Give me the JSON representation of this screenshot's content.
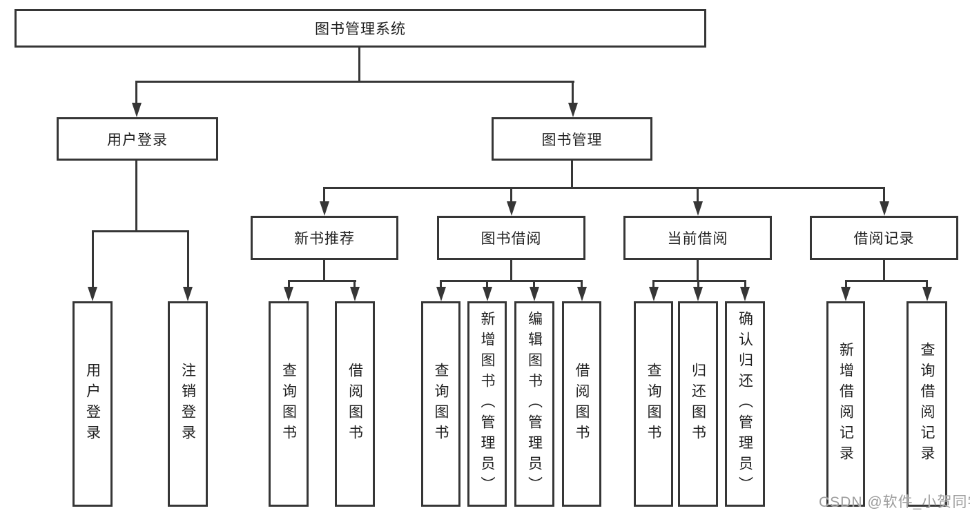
{
  "diagram_title": "图书管理系统",
  "nodes": {
    "root": {
      "label": "图书管理系统"
    },
    "userLogin": {
      "label": "用户登录"
    },
    "bookMgmt": {
      "label": "图书管理"
    },
    "newBookRec": {
      "label": "新书推荐"
    },
    "bookBorrow": {
      "label": "图书借阅"
    },
    "currentBorrow": {
      "label": "当前借阅"
    },
    "borrowRecords": {
      "label": "借阅记录"
    }
  },
  "leaves": [
    {
      "label": "用户登录"
    },
    {
      "label": "注销登录"
    },
    {
      "label": "查询图书"
    },
    {
      "label": "借阅图书"
    },
    {
      "label": "查询图书"
    },
    {
      "label": "新增图书（管理员）"
    },
    {
      "label": "编辑图书（管理员）"
    },
    {
      "label": "借阅图书"
    },
    {
      "label": "查询图书"
    },
    {
      "label": "归还图书"
    },
    {
      "label": "确认归还（管理员）"
    },
    {
      "label": "新增借阅记录"
    },
    {
      "label": "查询借阅记录"
    }
  ],
  "hierarchy": {
    "图书管理系统": [
      "用户登录",
      "图书管理"
    ],
    "用户登录": [
      "用户登录",
      "注销登录"
    ],
    "图书管理": [
      "新书推荐",
      "图书借阅",
      "当前借阅",
      "借阅记录"
    ],
    "新书推荐": [
      "查询图书",
      "借阅图书"
    ],
    "图书借阅": [
      "查询图书",
      "新增图书（管理员）",
      "编辑图书（管理员）",
      "借阅图书"
    ],
    "当前借阅": [
      "查询图书",
      "归还图书",
      "确认归还（管理员）"
    ],
    "借阅记录": [
      "新增借阅记录",
      "查询借阅记录"
    ]
  },
  "watermark": {
    "text": "CSDN @软件_小贺同学"
  },
  "colors": {
    "line": "#363636",
    "box_border": "#363636",
    "box_background": "#ffffff",
    "text": "#1f1f1f",
    "watermark": "#9d9d9d",
    "page_background": "#ffffff"
  }
}
